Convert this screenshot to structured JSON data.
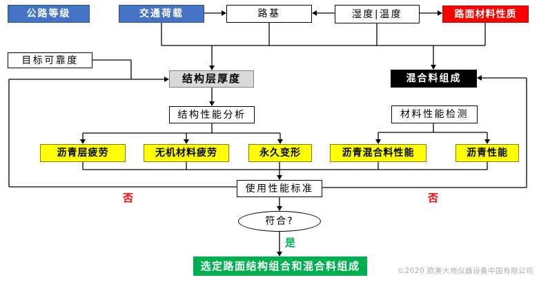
{
  "diagram": {
    "nodes": {
      "highway_grade": "公路等级",
      "traffic_load": "交通荷载",
      "subgrade": "路基",
      "humidity_temperature": "湿度|温度",
      "pavement_material_properties": "路面材料性质",
      "target_reliability": "目标可靠度",
      "structural_layer_thickness": "结构层厚度",
      "mixture_composition": "混合料组成",
      "structural_performance_analysis": "结构性能分析",
      "material_performance_testing": "材料性能检测",
      "asphalt_layer_fatigue": "沥青层疲劳",
      "inorganic_material_fatigue": "无机材料疲劳",
      "permanent_deformation": "永久变形",
      "asphalt_mixture_performance": "沥青混合料性能",
      "asphalt_performance": "沥青性能",
      "performance_criteria": "使用性能标准",
      "decision": "符合?",
      "final_selection": "选定路面结构组合和混合料组成"
    },
    "edge_labels": {
      "no_left": "否",
      "no_right": "否",
      "yes": "是"
    },
    "colors": {
      "input_blue": "#4472C4",
      "material_red": "#FF0000",
      "thickness_gray": "#D9D9D9",
      "mixture_black": "#000000",
      "criteria_yellow": "#FFFF00",
      "final_green": "#00B050",
      "no_label": "#FF0000",
      "yes_label": "#00B050"
    },
    "footer": {
      "copyright": "©2020 欧美大地仪器设备中国有限公司"
    }
  }
}
